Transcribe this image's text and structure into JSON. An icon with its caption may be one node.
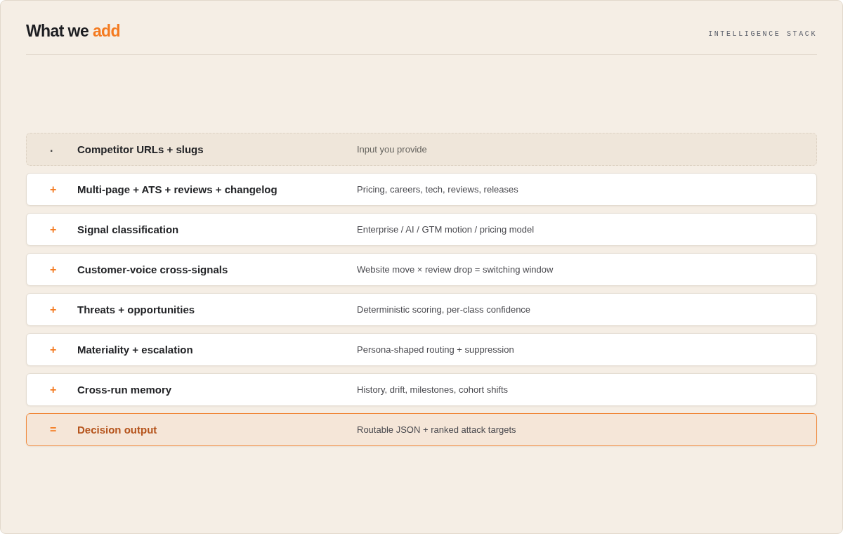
{
  "diagram": {
    "title": "What we add",
    "nodes": [
      {
        "text": [
          ".",
          "Competitor URLs + slugs",
          "Input you provide"
        ]
      },
      {
        "text": [
          "+",
          "Multi-page + ATS + reviews + changelog",
          "Pricing, careers, tech, reviews, releases"
        ]
      },
      {
        "text": [
          "+",
          "Signal classification",
          "Enterprise / AI / GTM motion / pricing model"
        ]
      },
      {
        "text": [
          "+",
          "Customer-voice cross-signals",
          "Website move × review drop = switching window"
        ]
      },
      {
        "text": [
          "+",
          "Threats + opportunities",
          "Deterministic scoring, per-class confidence"
        ]
      },
      {
        "text": [
          "+",
          "Materiality + escalation",
          "Persona-shaped routing + suppression"
        ]
      },
      {
        "text": [
          "+",
          "Cross-run memory",
          "History, drift, milestones, cohort shifts"
        ]
      },
      {
        "text": [
          "=",
          "Decision output",
          "Routable JSON + ranked attack targets"
        ]
      }
    ],
    "edges": [],
    "labels": [
      "INTELLIGENCE STACK"
    ]
  }
}
